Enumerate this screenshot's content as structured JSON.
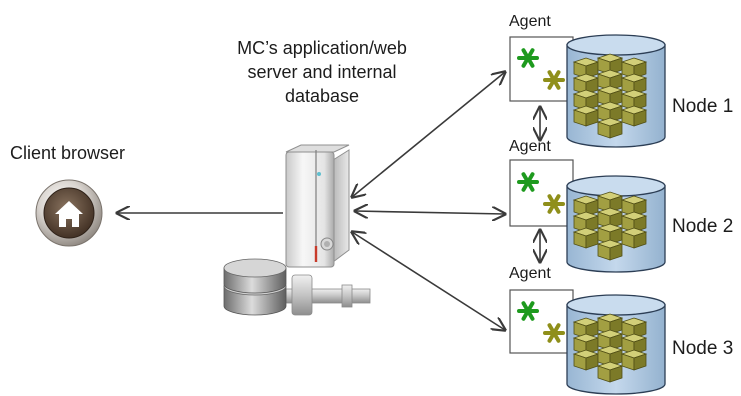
{
  "server": {
    "caption_lines": [
      "MC’s application/web",
      "server and internal",
      "database"
    ]
  },
  "client": {
    "label": "Client browser",
    "icon": "home-icon"
  },
  "agents": [
    {
      "label": "Agent"
    },
    {
      "label": "Agent"
    },
    {
      "label": "Agent"
    }
  ],
  "nodes": [
    {
      "label": "Node 1"
    },
    {
      "label": "Node 2"
    },
    {
      "label": "Node 3"
    }
  ],
  "colors": {
    "arrow": "#3a3a3a",
    "cylinder": "#b4cce3",
    "cube": "#a2a044",
    "asterisk_green": "#1e9a1e",
    "asterisk_olive": "#8f8f1a"
  }
}
